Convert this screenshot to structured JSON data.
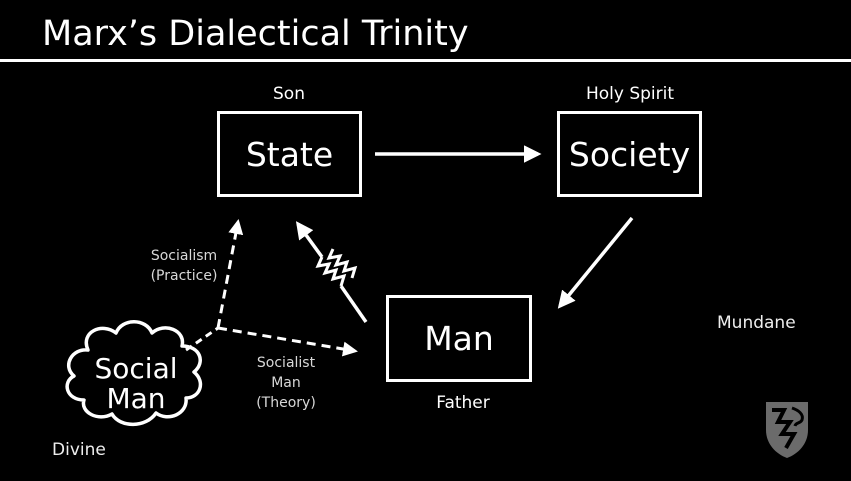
{
  "title": "Marx’s Dialectical Trinity",
  "nodes": {
    "state": {
      "label": "State",
      "caption": "Son"
    },
    "society": {
      "label": "Society",
      "caption": "Holy Spirit"
    },
    "man": {
      "label": "Man",
      "caption": "Father"
    },
    "social_man": {
      "line1": "Social",
      "line2": "Man"
    }
  },
  "edges": {
    "socialism": {
      "line1": "Socialism",
      "line2": "(Practice)"
    },
    "socialist_man": {
      "line1": "Socialist",
      "line2": "Man",
      "line3": "(Theory)"
    }
  },
  "regions": {
    "mundane": "Mundane",
    "divine": "Divine"
  },
  "logo": "shield-logo-icon",
  "colors": {
    "background": "#000000",
    "foreground": "#ffffff"
  }
}
